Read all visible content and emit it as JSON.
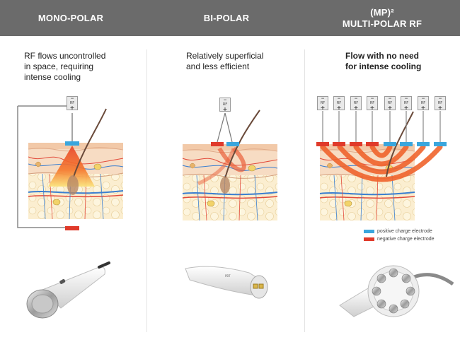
{
  "header": {
    "col1": "MONO-POLAR",
    "col2": "BI-POLAR",
    "col3_line1": "(MP)²",
    "col3_line2": "MULTI-POLAR RF"
  },
  "descriptions": {
    "mono": [
      "RF flows uncontrolled",
      "in space, requiring",
      "intense cooling"
    ],
    "bi": [
      "Relatively superficial",
      "and less efficient"
    ],
    "multi": [
      "Flow with no need",
      "for intense cooling"
    ]
  },
  "rf_box": {
    "minus": "−",
    "label": "RF",
    "plus": "+"
  },
  "legend": {
    "positive": "positive charge electrode",
    "negative": "negative charge electrode"
  },
  "colors": {
    "header_bg": "#6b6b6b",
    "positive_electrode": "#3aa6dd",
    "negative_electrode": "#e03a2a",
    "rf_flow": "#f0642d",
    "skin": "#f6dcc0"
  },
  "multi_electrodes": [
    "negative",
    "negative",
    "negative",
    "negative",
    "positive",
    "positive",
    "positive",
    "positive"
  ]
}
